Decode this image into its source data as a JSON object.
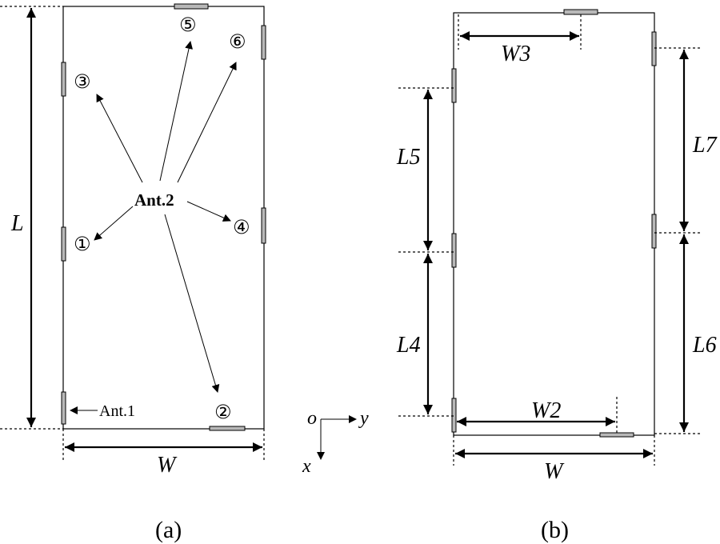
{
  "panel_a": {
    "caption": "(a)",
    "length_label": "L",
    "width_label": "W",
    "ant1_label": "Ant.1",
    "ant2_label": "Ant.2",
    "positions": [
      "①",
      "②",
      "③",
      "④",
      "⑤",
      "⑥"
    ]
  },
  "axes": {
    "origin": "o",
    "y": "y",
    "x": "x"
  },
  "panel_b": {
    "caption": "(b)",
    "w3": "W3",
    "l5": "L5",
    "l4": "L4",
    "l7": "L7",
    "l6": "L6",
    "w2": "W2",
    "width_label": "W"
  },
  "colors": {
    "line": "#000000",
    "antenna_fill": "#b8b8b8",
    "background": "#ffffff"
  }
}
